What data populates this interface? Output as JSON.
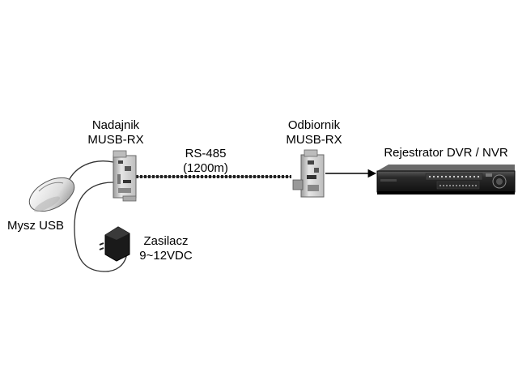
{
  "labels": {
    "transmitter_line1": "Nadajnik",
    "transmitter_line2": "MUSB-RX",
    "link_line1": "RS-485",
    "link_line2": "(1200m)",
    "receiver_line1": "Odbiornik",
    "receiver_line2": "MUSB-RX",
    "recorder": "Rejestrator DVR / NVR",
    "mouse": "Mysz USB",
    "psu_line1": "Zasilacz",
    "psu_line2": "9~12VDC"
  },
  "icons": {
    "mouse": "usb-mouse-icon",
    "power_supply": "power-adapter-icon",
    "transmitter": "transmitter-box-icon",
    "receiver": "receiver-box-icon",
    "recorder": "dvr-recorder-icon"
  }
}
